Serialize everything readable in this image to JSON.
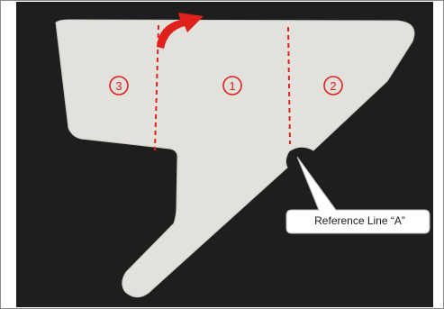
{
  "panels": [
    {
      "id": "panel-3",
      "label": "3"
    },
    {
      "id": "panel-1",
      "label": "1"
    },
    {
      "id": "panel-2",
      "label": "2"
    }
  ],
  "callout": {
    "label": "Reference Line “A”"
  },
  "colors": {
    "background": "#1f1f1f",
    "template": "#e3e1dc",
    "accent_red": "#e0201b",
    "callout_fill": "#ffffff"
  },
  "icons": [
    "curved-arrow-icon"
  ]
}
